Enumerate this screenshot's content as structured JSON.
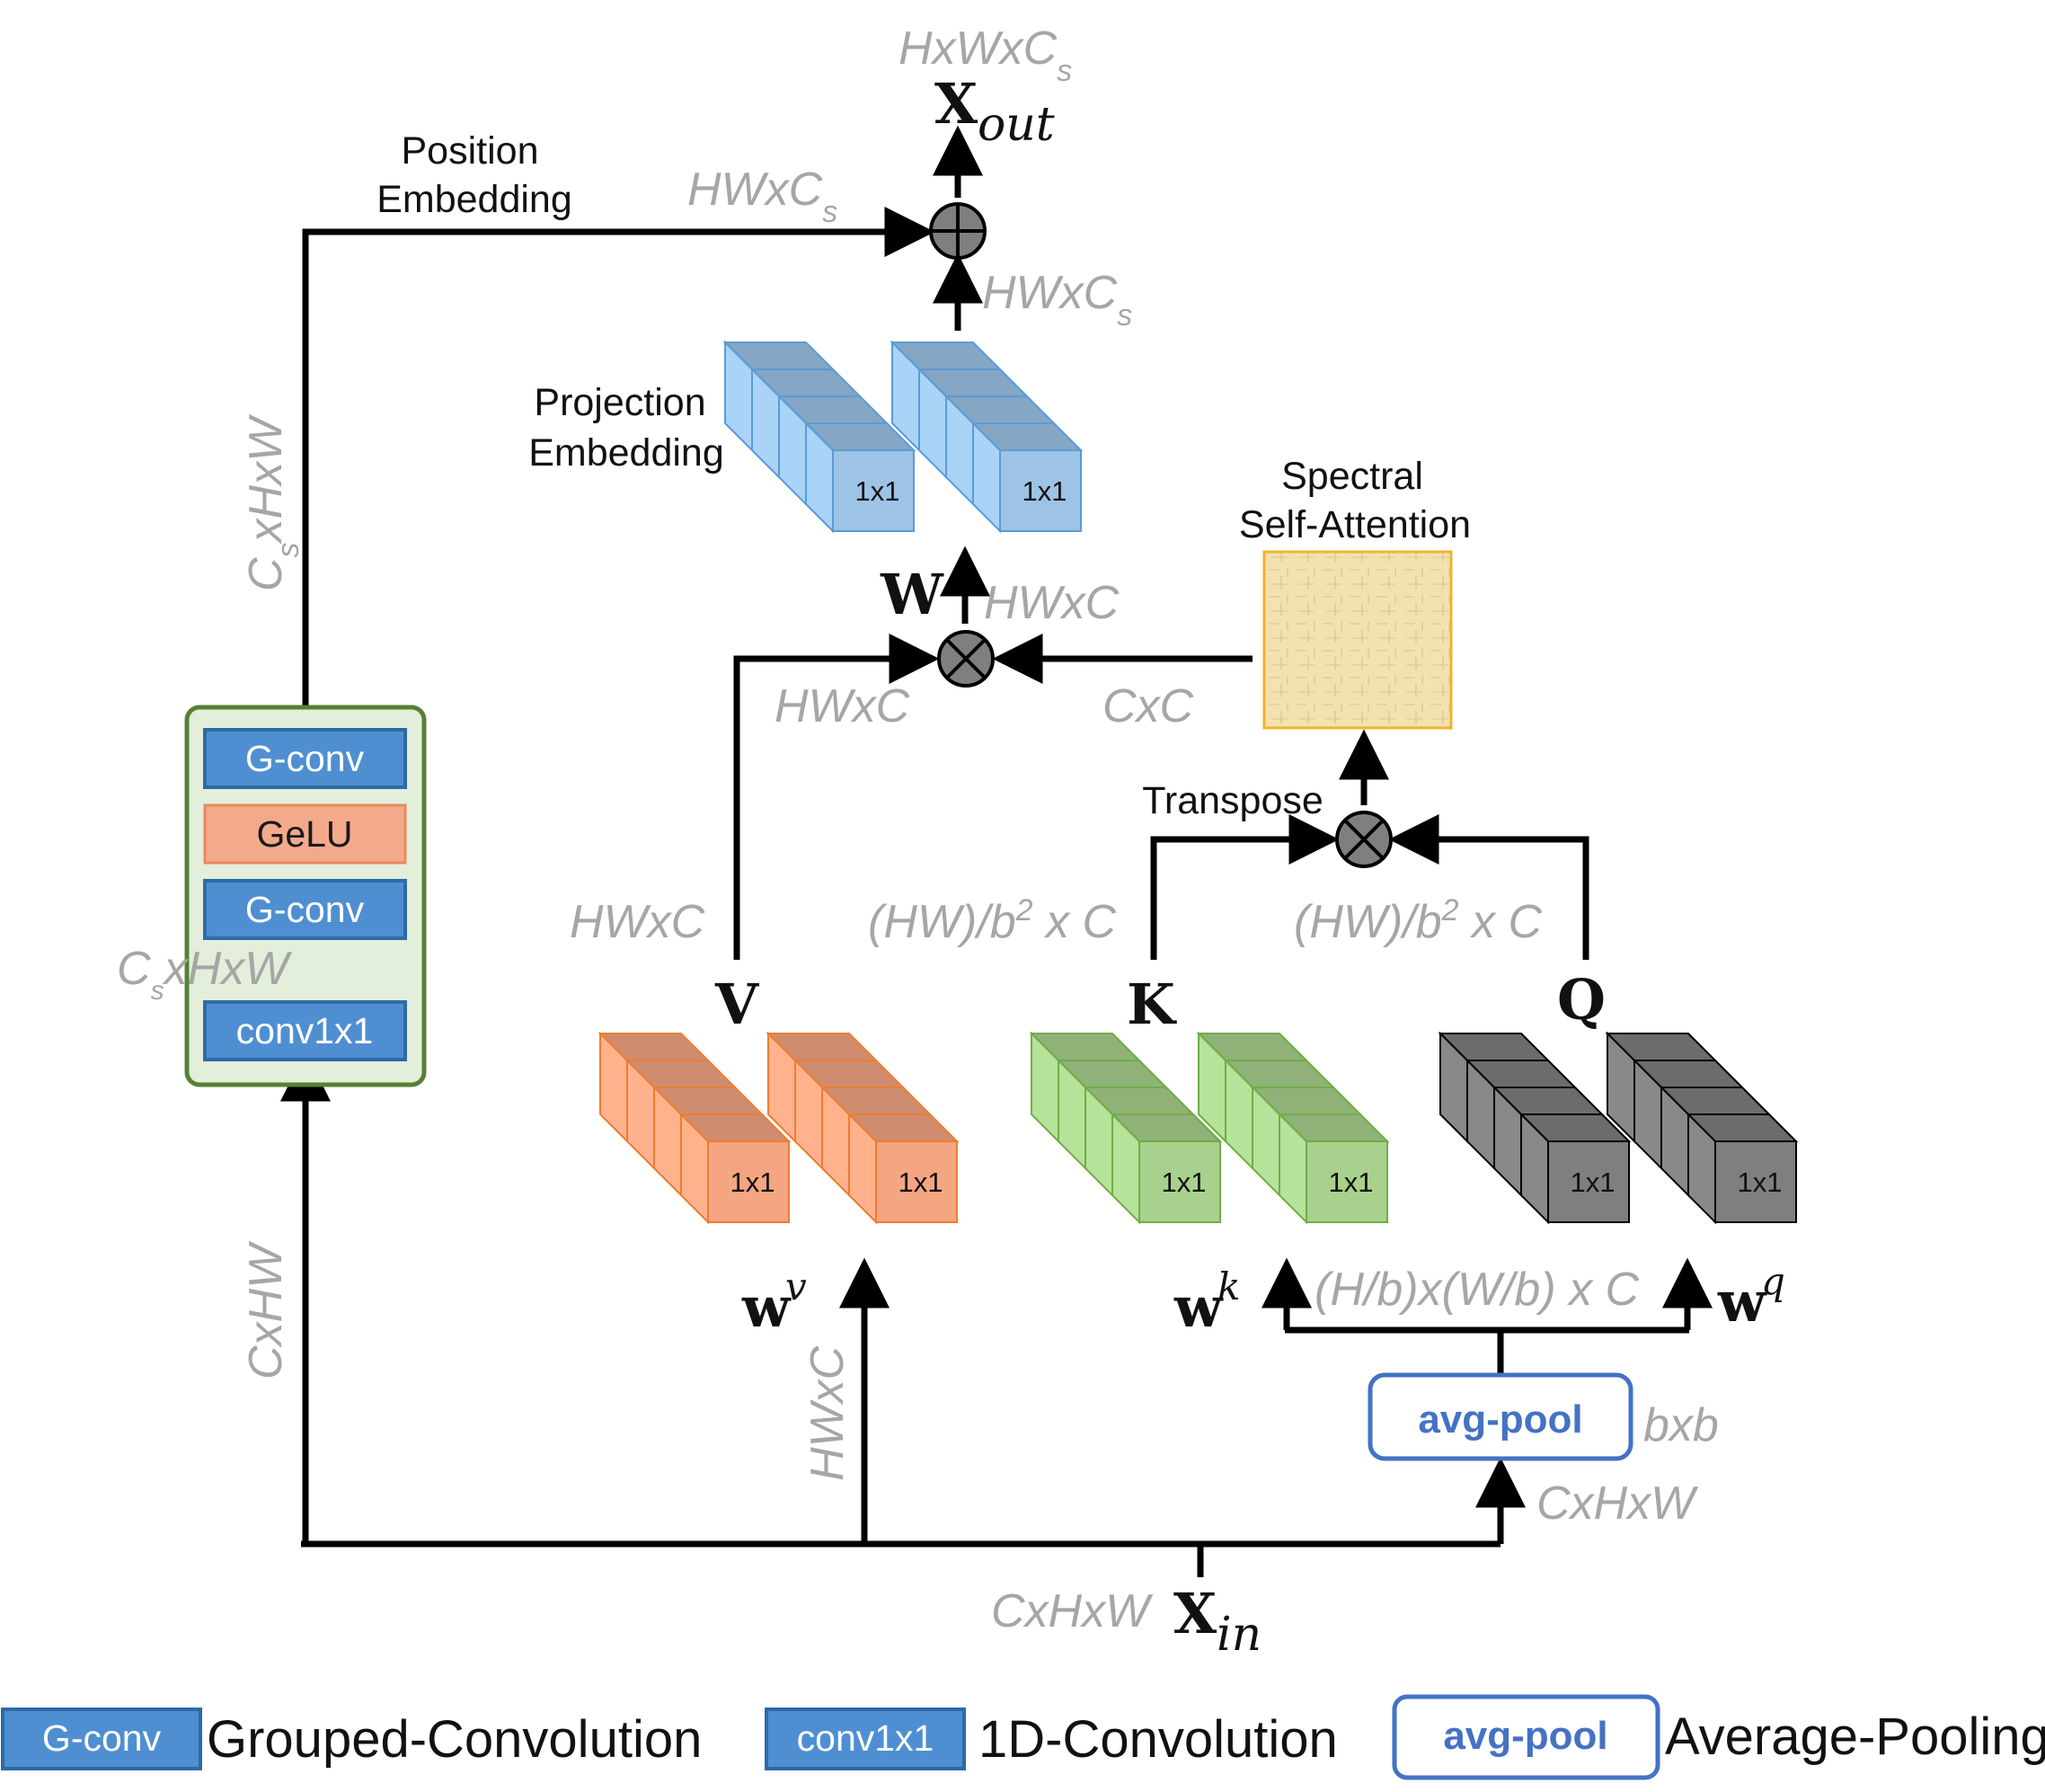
{
  "labels": {
    "position_embedding": [
      "Position",
      "Embedding"
    ],
    "projection_embedding": [
      "Projection",
      "Embedding"
    ],
    "spectral_self_attention": [
      "Spectral",
      "Self-Attention"
    ],
    "transpose": "Transpose",
    "one_by_one": "1x1",
    "w": "W",
    "v": "V",
    "k": "K",
    "q": "Q",
    "x_out_base": "X",
    "x_out_sub": "out",
    "x_in_base": "X",
    "x_in_sub": "in",
    "wv_sup": "v",
    "wk_sup": "k",
    "wq_sup": "q"
  },
  "dims": {
    "hwcs_top": "HxWxC",
    "hwcs_left": "HWxC",
    "hwcs_right": "HWxC",
    "hwc_w": "HWxC",
    "hwc_left_mul": "HWxC",
    "cxc": "CxC",
    "hwc_v": "HWxC",
    "hwb_k": "(HW)/b",
    "hwb_q": "(HW)/b",
    "hwb_tail": " x C",
    "hb_wb": "(H/b)x(W/b) x C",
    "bxb": "bxb",
    "cxhxw_pool": "CxHxW",
    "cxhxw_in": "CxHxW",
    "hwxc_vertical": "HWxC",
    "cxhw_vertical": "CxHW",
    "cs_hxw_vertical": "CxHxW",
    "cs_hxw_block": "CxHxW",
    "sub_s": "s",
    "sup_2": "2"
  },
  "block": {
    "gconv_top": "G-conv",
    "gelu": "GeLU",
    "gconv_bottom": "G-conv",
    "conv1x1": "conv1x1"
  },
  "avg_pool": "avg-pool",
  "legend": [
    {
      "box": "G-conv",
      "text": "Grouped-Convolution"
    },
    {
      "box": "conv1x1",
      "text": "1D-Convolution"
    },
    {
      "box": "avg-pool",
      "text": "Average-Pooling"
    }
  ],
  "colors": {
    "blue_box": "#4f8fd1",
    "blue_box_border": "#2e6aa8",
    "salmon": "#f4a98b",
    "green_block": "#e3efda",
    "green_border": "#548235",
    "cube_blue": "#9dc3e6",
    "cube_orange": "#f4a582",
    "cube_green": "#a9d18e",
    "cube_gray": "#7f7f7f",
    "avg_pool": "#4472c4",
    "dim_gray": "#a6a6a6",
    "attention_map": "#f2e2b0"
  }
}
